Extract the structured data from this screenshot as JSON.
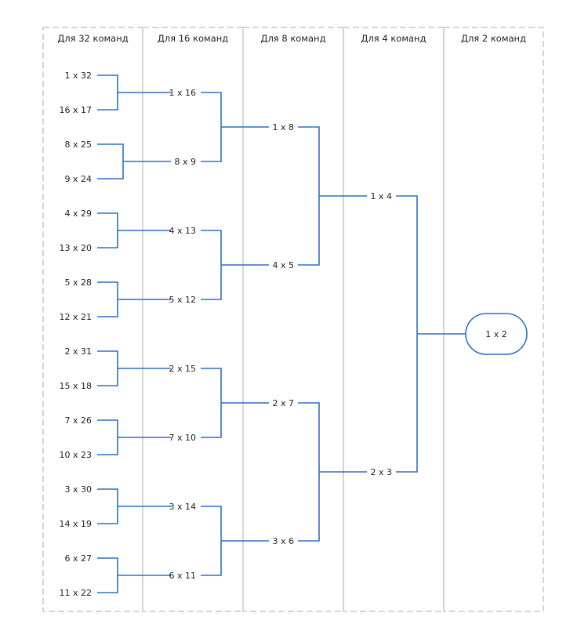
{
  "columns": [
    "Для 32 команд",
    "Для 16 команд",
    "Для 8 команд",
    "Для 4 команд",
    "Для 2 команд"
  ],
  "rounds": [
    [
      "1 x 32",
      "16 x 17",
      "8 x 25",
      "9 x 24",
      "4 x 29",
      "13 x 20",
      "5 x 28",
      "12 x 21",
      "2 x 31",
      "15 x 18",
      "7 x 26",
      "10 x 23",
      "3 x 30",
      "14 x 19",
      "6 x 27",
      "11 x 22"
    ],
    [
      "1 x 16",
      "8 x 9",
      "4 x 13",
      "5 x 12",
      "2 x 15",
      "7 x 10",
      "3 x 14",
      "6 x 11"
    ],
    [
      "1 x 8",
      "4 x 5",
      "2 x 7",
      "3 x 6"
    ],
    [
      "1 x 4",
      "2 x 3"
    ],
    [
      "1 x 2"
    ]
  ],
  "colors": {
    "line": "#2f6fcc",
    "frame": "#d6d6d6",
    "text": "#222222"
  }
}
